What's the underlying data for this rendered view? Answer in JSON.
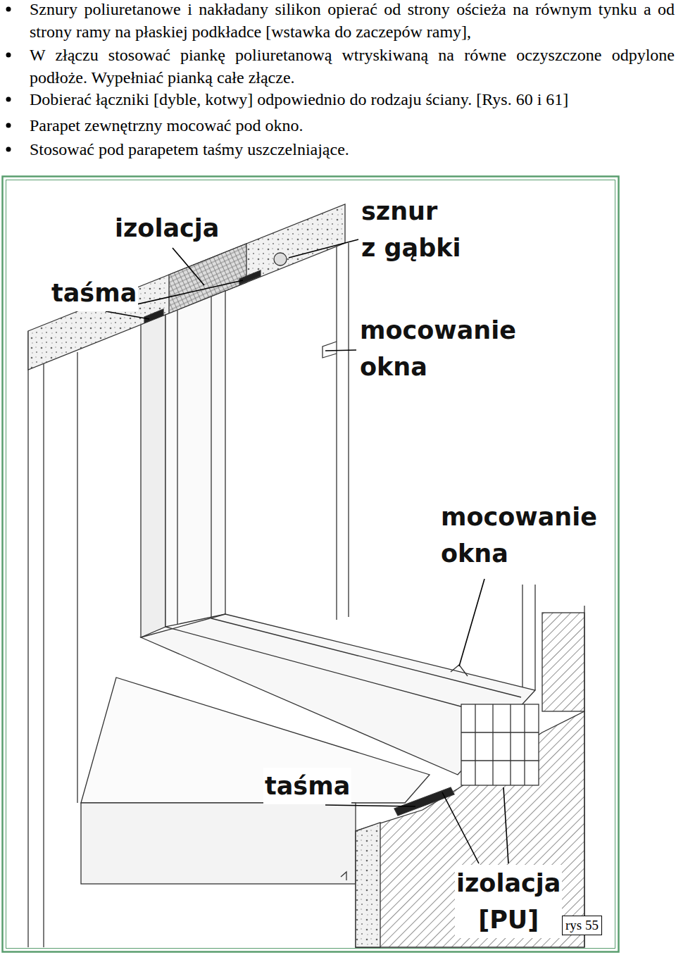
{
  "diagram": {
    "nodes": [
      {
        "text": [
          "rys 55"
        ]
      }
    ],
    "labels": [
      "Sznury poliuretanowe i nakładany silikon opierać od strony ościeża na równym tynku a od strony ramy na płaskiej podkładce [wstawka do zaczepów ramy],",
      "W złączu stosować piankę poliuretanową wtryskiwaną na równe oczyszczone odpylone podłoże. Wypełniać pianką całe złącze.",
      "Dobierać łączniki [dyble, kotwy] odpowiednio do rodzaju ściany. [Rys. 60 i 61]",
      "Parapet zewnętrzny mocować pod okno.",
      "Stosować pod parapetem taśmy uszczelniające.",
      "izolacja",
      "sznur z gąbki",
      "taśma",
      "mocowanie okna",
      "mocowanie okna",
      "taśma",
      "izolacja [PU]"
    ]
  }
}
